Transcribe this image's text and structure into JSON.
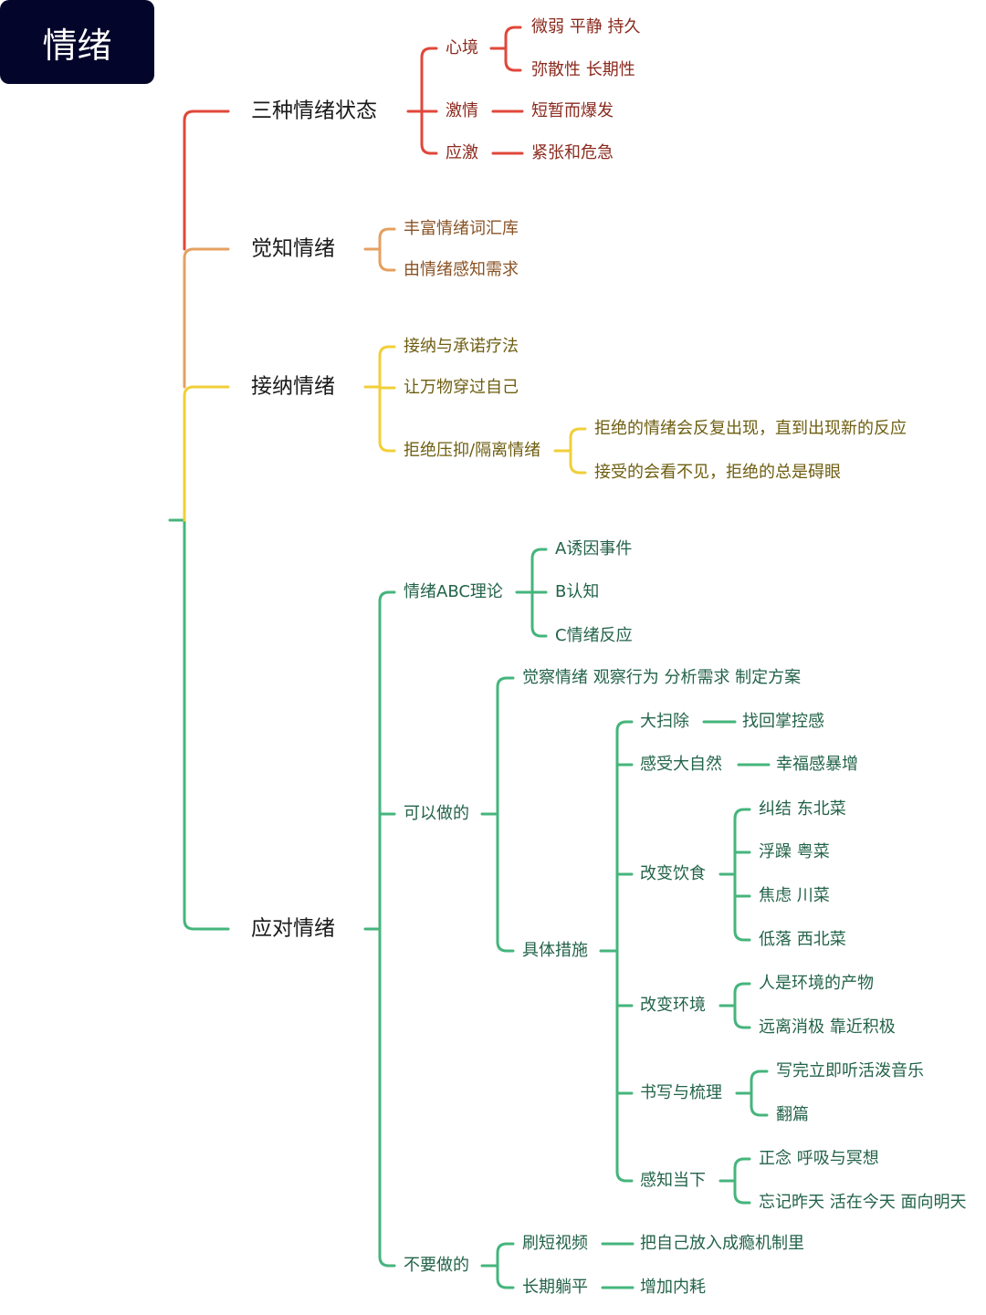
{
  "colors": {
    "root_bg": "#04052a",
    "red": "#e0473a",
    "orange": "#e5a061",
    "yellow": "#f0cf3a",
    "green": "#45b57c"
  },
  "mindmap": {
    "root": "情绪",
    "b1": {
      "label": "三种情绪状态",
      "xinjing": {
        "label": "心境",
        "c1": "微弱 平静 持久",
        "c2": "弥散性 长期性"
      },
      "jiqing": {
        "label": "激情",
        "c1": "短暂而爆发"
      },
      "yingji": {
        "label": "应激",
        "c1": "紧张和危急"
      }
    },
    "b2": {
      "label": "觉知情绪",
      "c1": "丰富情绪词汇库",
      "c2": "由情绪感知需求"
    },
    "b3": {
      "label": "接纳情绪",
      "c1": "接纳与承诺疗法",
      "c2": "让万物穿过自己",
      "c3": {
        "label": "拒绝压抑/隔离情绪",
        "d1": "拒绝的情绪会反复出现，直到出现新的反应",
        "d2": "接受的会看不见，拒绝的总是碍眼"
      }
    },
    "b4": {
      "label": "应对情绪",
      "abc": {
        "label": "情绪ABC理论",
        "a": "A诱因事件",
        "b": "B认知",
        "c": "C情绪反应"
      },
      "can": {
        "label": "可以做的",
        "c1": "觉察情绪 观察行为 分析需求 制定方案",
        "measures": {
          "label": "具体措施",
          "clean": {
            "label": "大扫除",
            "d1": "找回掌控感"
          },
          "nature": {
            "label": "感受大自然",
            "d1": "幸福感暴增"
          },
          "diet": {
            "label": "改变饮食",
            "d1": "纠结 东北菜",
            "d2": "浮躁 粤菜",
            "d3": "焦虑 川菜",
            "d4": "低落 西北菜"
          },
          "env": {
            "label": "改变环境",
            "d1": "人是环境的产物",
            "d2": "远离消极 靠近积极"
          },
          "write": {
            "label": "书写与梳理",
            "d1": "写完立即听活泼音乐",
            "d2": "翻篇"
          },
          "present": {
            "label": "感知当下",
            "d1": "正念 呼吸与冥想",
            "d2": "忘记昨天 活在今天 面向明天"
          }
        }
      },
      "cannot": {
        "label": "不要做的",
        "video": {
          "label": "刷短视频",
          "d1": "把自己放入成瘾机制里"
        },
        "flat": {
          "label": "长期躺平",
          "d1": "增加内耗"
        }
      }
    }
  }
}
